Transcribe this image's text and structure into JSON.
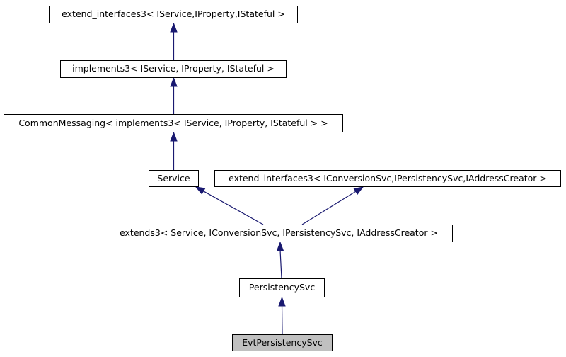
{
  "diagram": {
    "type": "class-inheritance-graph",
    "colors": {
      "arrow": "#191970",
      "box_border": "#000000",
      "box_fill": "#ffffff",
      "highlight_fill": "#c0c0c0",
      "text": "#000000"
    },
    "nodes": [
      {
        "label": "extend_interfaces3< IService,IProperty,IStateful >",
        "highlighted": false
      },
      {
        "label": "implements3< IService, IProperty, IStateful >",
        "highlighted": false
      },
      {
        "label": "CommonMessaging< implements3< IService, IProperty, IStateful > >",
        "highlighted": false
      },
      {
        "label": "Service",
        "highlighted": false
      },
      {
        "label": "extend_interfaces3< IConversionSvc,IPersistencySvc,IAddressCreator >",
        "highlighted": false
      },
      {
        "label": "extends3< Service, IConversionSvc, IPersistencySvc, IAddressCreator >",
        "highlighted": false
      },
      {
        "label": "PersistencySvc",
        "highlighted": false
      },
      {
        "label": "EvtPersistencySvc",
        "highlighted": true
      }
    ],
    "edges": [
      {
        "from": 1,
        "to": 0
      },
      {
        "from": 2,
        "to": 1
      },
      {
        "from": 3,
        "to": 2
      },
      {
        "from": 5,
        "to": 3
      },
      {
        "from": 5,
        "to": 4
      },
      {
        "from": 6,
        "to": 5
      },
      {
        "from": 7,
        "to": 6
      }
    ]
  }
}
